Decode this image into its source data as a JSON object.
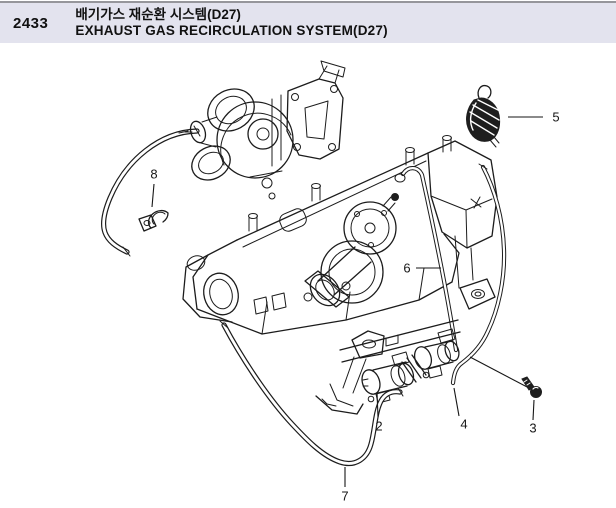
{
  "header": {
    "code": "2433",
    "title_ko": "배기가스 재순환 시스템(D27)",
    "title_en": "EXHAUST GAS RECIRCULATION SYSTEM(D27)"
  },
  "diagram": {
    "callouts": [
      {
        "number": "2"
      },
      {
        "number": "3"
      },
      {
        "number": "4"
      },
      {
        "number": "5"
      },
      {
        "number": "6"
      },
      {
        "number": "7"
      },
      {
        "number": "8"
      }
    ]
  },
  "colors": {
    "header_band": "#e3e3ee",
    "header_top_line": "#96969b",
    "line_art": "#1c1c1c",
    "background": "#ffffff"
  }
}
